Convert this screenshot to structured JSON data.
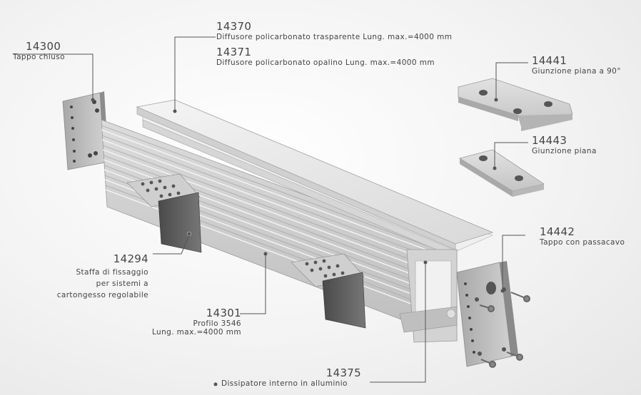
{
  "callouts": [
    {
      "id": "tappo-chiuso",
      "code": "14300",
      "desc": [
        "Tappo chiuso"
      ]
    },
    {
      "id": "diffusore-trasparente",
      "code": "14370",
      "desc": [
        "Diffusore policarbonato trasparente Lung. max.=4000 mm"
      ]
    },
    {
      "id": "diffusore-opalino",
      "code": "14371",
      "desc": [
        "Diffusore policarbonato opalino Lung. max.=4000 mm"
      ]
    },
    {
      "id": "giunzione-90",
      "code": "14441",
      "desc": [
        "Giunzione piana a 90°"
      ]
    },
    {
      "id": "giunzione-piana",
      "code": "14443",
      "desc": [
        "Giunzione piana"
      ]
    },
    {
      "id": "tappo-passacavo",
      "code": "14442",
      "desc": [
        "Tappo con passacavo"
      ]
    },
    {
      "id": "staffa",
      "code": "14294",
      "desc": [
        "Staffa di fissaggio",
        "per sistemi a",
        "cartongesso regolabile"
      ]
    },
    {
      "id": "profilo",
      "code": "14301",
      "desc": [
        "Profilo 3546",
        "Lung. max.=4000 mm"
      ]
    },
    {
      "id": "dissipatore",
      "code": "14375",
      "desc": [
        "Dissipatore interno in alluminio"
      ]
    }
  ],
  "colors": {
    "aluminium_light": "#e6e6e6",
    "aluminium_mid": "#cfcfcf",
    "aluminium_dark": "#9a9a9a",
    "bracket": "#555555",
    "leader": "#555555"
  }
}
